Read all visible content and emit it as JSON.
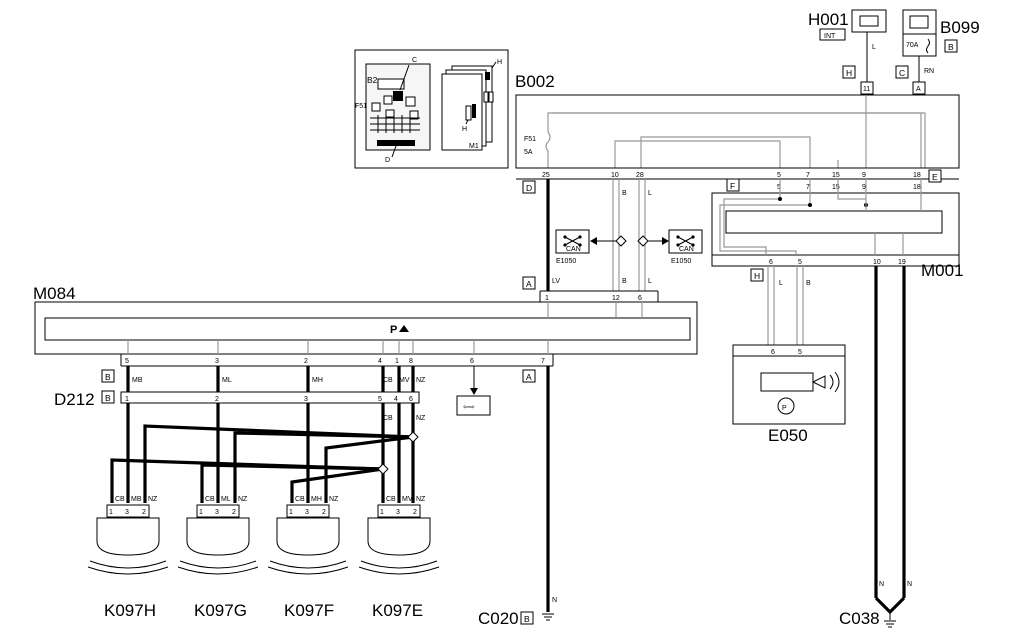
{
  "components": {
    "h001": {
      "id": "H001",
      "tag": "INT"
    },
    "b099": {
      "id": "B099",
      "fuse": "70A"
    },
    "b002": {
      "id": "B002",
      "fuse": "F51",
      "fuse_rating": "5A"
    },
    "m084": {
      "id": "M084"
    },
    "m001": {
      "id": "M001"
    },
    "d212": {
      "id": "D212"
    },
    "e050": {
      "id": "E050"
    },
    "e1050_left": {
      "id": "E1050",
      "tag": "CAN"
    },
    "e1050_right": {
      "id": "E1050",
      "tag": "CAN"
    },
    "k097h": {
      "id": "K097H"
    },
    "k097g": {
      "id": "K097G"
    },
    "k097f": {
      "id": "K097F"
    },
    "k097e": {
      "id": "K097E"
    }
  },
  "grounds": {
    "c020": "C020",
    "c038": "C038"
  },
  "connector_letters": {
    "h": "H",
    "c": "C",
    "b": "B",
    "d": "D",
    "e": "E",
    "f": "F",
    "a": "A"
  },
  "wire_colors": {
    "l": "L",
    "rn": "RN",
    "b": "B",
    "lv": "LV",
    "n": "N",
    "mb": "MB",
    "ml": "ML",
    "mh": "MH",
    "cb": "CB",
    "mv": "MV",
    "nz": "NZ"
  },
  "pins": {
    "p1": "1",
    "p2": "2",
    "p3": "3",
    "p4": "4",
    "p5": "5",
    "p6": "6",
    "p7": "7",
    "p8": "8",
    "p9": "9",
    "p10": "10",
    "p11": "11",
    "p12": "12",
    "p15": "15",
    "p18": "18",
    "p19": "19",
    "p25": "25",
    "p28": "28",
    "pa": "A"
  },
  "inset": {
    "b2": "B2",
    "f51": "F51",
    "c": "C",
    "d": "D",
    "h": "H",
    "m1": "M1"
  }
}
